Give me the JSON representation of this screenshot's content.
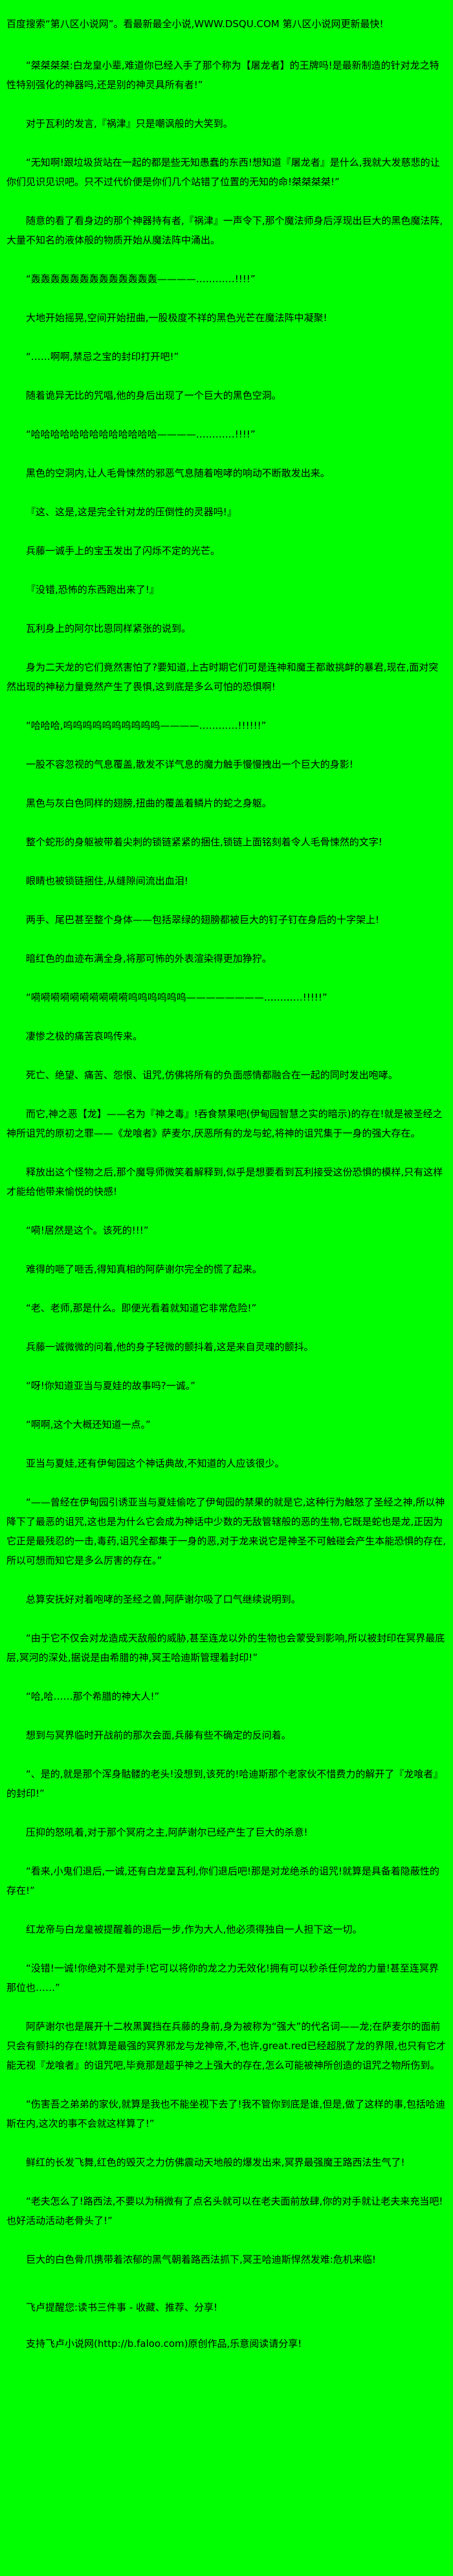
{
  "page": {
    "background_color": "#00ff00",
    "text_color": "#000000"
  },
  "header": {
    "notice": "百度搜索“第八区小说网”。看最新最全小说,WWW.DSQU.COM  第八区小说网更新最快!"
  },
  "novel": {
    "paragraphs": [
      "“桀桀桀桀:白龙皇小辈,难道你已经入手了那个称为【屠龙者】的王牌吗!是最新制造的针对龙之特性特别强化的神器吗,还是别的神灵具所有者!”",
      "对于瓦利的发言,『祸津』只是嘲讽般的大笑到。",
      "“无知啊!跟垃圾货站在一起的都是些无知愚蠢的东西!想知道『屠龙者』是什么,我就大发慈悲的让你们见识见识吧。只不过代价便是你们几个站错了位置的无知的命!桀桀桀桀!”",
      "随意的看了看身边的那个神器持有者,『祸津』一声令下,那个魔法师身后浮现出巨大的黑色魔法阵,大量不知名的液体般的物质开始从魔法阵中涌出。",
      "“轰轰轰轰轰轰轰轰轰轰轰轰轰————…………!!!!”",
      "大地开始摇晃,空间开始扭曲,一股极度不祥的黑色光芒在魔法阵中凝聚!",
      "“……啊啊,禁忌之宝的封印打开吧!”",
      "随着诡异无比的咒唱,他的身后出现了一个巨大的黑色空洞。",
      "“哈哈哈哈哈哈哈哈哈哈哈哈哈————…………!!!!”",
      "黑色的空洞内,让人毛骨悚然的邪恶气息随着咆哮的响动不断散发出来。",
      "『这、这是,这是完全针对龙的压倒性的灵器吗!』",
      "兵藤一诚手上的宝玉发出了闪烁不定的光芒。",
      "『没错,恐怖的东西跑出来了!』",
      "瓦利身上的阿尔比恩同样紧张的说到。",
      "身为二天龙的它们竟然害怕了?要知道,上古时期它们可是连神和魔王都敢挑衅的暴君,现在,面对突然出现的神秘力量竟然产生了畏惧,这到底是多么可怕的恐惧啊!",
      "“哈哈哈,呜呜呜呜呜呜呜呜呜呜————…………!!!!!!”",
      "一股不容忽视的气息覆盖,散发不详气息的魔力触手慢慢拽出一个巨大的身影!",
      "黑色与灰白色同样的翅膀,扭曲的覆盖着鳞片的蛇之身躯。",
      "整个蛇形的身躯被带着尖刺的锁链紧紧的捆住,锁链上面铭刻着令人毛骨悚然的文字!",
      "眼睛也被锁链捆住,从缝隙间流出血泪!",
      "两手、尾巴甚至整个身体——包括翠绿的翅膀都被巨大的钉子钉在身后的十字架上!",
      "暗红色的血迹布满全身,将那可怖的外表渲染得更加狰狞。",
      "“嗬嗬嗬嗬嗬嗬嗬嗬嗬嗬呜呜呜呜呜呜————————…………!!!!!”",
      "凄惨之极的痛苦哀鸣传来。",
      "死亡、绝望、痛苦、怨恨、诅咒,仿佛将所有的负面感情都融合在一起的同时发出咆哮。",
      "而它,神之恶【龙】——名为『神之毒』!吞食禁果吧(伊甸园智慧之实的暗示)的存在!就是被圣经之神所诅咒的原初之罪——《龙喰者》萨麦尔,厌恶所有的龙与蛇,将神的诅咒集于一身的强大存在。",
      "释放出这个怪物之后,那个魔导师微笑着解释到,似乎是想要看到瓦利接受这份恐惧的模样,只有这样才能给他带来愉悦的快感!",
      "“嗬!居然是这个。该死的!!!”",
      "难得的咂了咂舌,得知真相的阿萨谢尔完全的慌了起来。",
      "“老、老师,那是什么。即便光看着就知道它非常危险!”",
      "兵藤一诚微微的问着,他的身子轻微的颤抖着,这是来自灵魂的颤抖。",
      "“呀!你知道亚当与夏娃的故事吗?一诚。”",
      "“啊啊,这个大概还知道一点。”",
      "亚当与夏娃,还有伊甸园这个神话典故,不知道的人应该很少。",
      "“——曾经在伊甸园引诱亚当与夏娃偷吃了伊甸园的禁果的就是它,这种行为触怒了圣经之神,所以神降下了最恶的诅咒,这也是为什么它会成为神话中少数的无敌管辖般的恶的生物,它既是蛇也是龙,正因为它正是最残忍的一击,毒药,诅咒全都集于一身的恶,对于龙来说它是神圣不可触碰会产生本能恐惧的存在,所以可想而知它是多么厉害的存在。”",
      "总算安抚好对着咆哮的圣经之兽,阿萨谢尔吸了口气继续说明到。",
      "“由于它不仅会对龙造成天敌般的威胁,甚至连龙以外的生物也会蒙受到影响,所以被封印在冥界最底层,冥河的深处,据说是由希腊的神,冥王哈迪斯管理着封印!”",
      "“哈,哈……那个希腊的神大人!”",
      "想到与冥界临时开战前的那次会面,兵藤有些不确定的反问着。",
      "“、是的,就是那个浑身骷髅的老头!没想到,该死的!哈迪斯那个老家伙不惜费力的解开了『龙喰者』的封印!”",
      "压抑的怒吼着,对于那个冥府之主,阿萨谢尔已经产生了巨大的杀意!",
      "“看来,小鬼们退后,一诚,还有白龙皇瓦利,你们退后吧!那是对龙绝杀的诅咒!就算是具备着隐蔽性的存在!”",
      "红龙帝与白龙皇被提醒着的退后一步,作为大人,他必须得独自一人担下这一切。",
      "“没错!一诚!你绝对不是对手!它可以将你的龙之力无效化!拥有可以秒杀任何龙的力量!甚至连冥界那位也……”",
      "阿萨谢尔也是展开十二枚黑翼挡在兵藤的身前,身为被称为“强大”的代名词——龙;在萨麦尔的面前只会有颤抖的存在!就算是最强的冥界邪龙与龙神帝,不,也许,great.red已经超脱了龙的界限,也只有它才能无视『龙喰者』的诅咒吧,毕竟那是超乎神之上强大的存在,怎么可能被神所创造的诅咒之物所伤到。",
      "“伤害吾之弟弟的家伙,就算是我也不能坐视下去了!我不管你到底是谁,但是,做了这样的事,包括哈迪斯在内,这次的事不会就这样算了!”",
      "鲜红的长发飞舞,红色的毁灭之力仿佛震动天地般的爆发出来,冥界最强魔王路西法生气了!",
      "“老夫怎么了!路西法,不要以为稍微有了点名头就可以在老夫面前放肆,你的对手就让老夫来充当吧!也好活动活动老骨头了!”",
      "巨大的白色骨爪携带着浓郁的黑气朝着路西法抓下,冥王哈迪斯悍然发难:危机来临!"
    ]
  },
  "footer": {
    "reminder": "飞卢提醒您:读书三件事 - 收藏、推荐、分享!",
    "support": "支持飞卢小说网(http://b.faloo.com)原创作品,乐意阅读请分享!",
    "url": "http://b.faloo.com"
  }
}
